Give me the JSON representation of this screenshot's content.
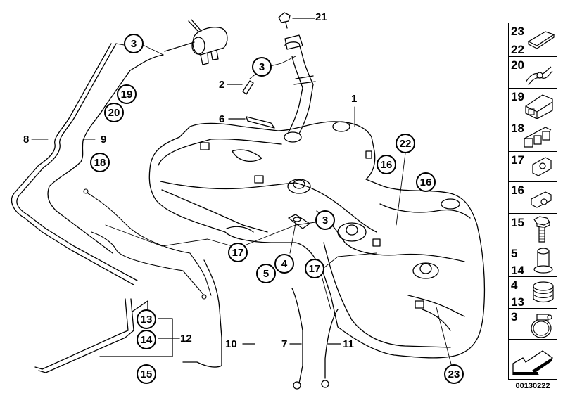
{
  "diagram": {
    "title": "Fuel tank parts diagram",
    "document_id": "00130222",
    "callouts": [
      {
        "id": "c3a",
        "text": "3",
        "circled": true
      },
      {
        "id": "c21",
        "text": "21",
        "circled": false
      },
      {
        "id": "c3b",
        "text": "3",
        "circled": true
      },
      {
        "id": "c2",
        "text": "2",
        "circled": false
      },
      {
        "id": "c19",
        "text": "19",
        "circled": true
      },
      {
        "id": "c20",
        "text": "20",
        "circled": true
      },
      {
        "id": "c1",
        "text": "1",
        "circled": false
      },
      {
        "id": "c6",
        "text": "6",
        "circled": false
      },
      {
        "id": "c8",
        "text": "8",
        "circled": false
      },
      {
        "id": "c9",
        "text": "9",
        "circled": false
      },
      {
        "id": "c22",
        "text": "22",
        "circled": true
      },
      {
        "id": "c18",
        "text": "18",
        "circled": true
      },
      {
        "id": "c16a",
        "text": "16",
        "circled": true
      },
      {
        "id": "c16b",
        "text": "16",
        "circled": true
      },
      {
        "id": "c3c",
        "text": "3",
        "circled": true
      },
      {
        "id": "c17a",
        "text": "17",
        "circled": true
      },
      {
        "id": "c4",
        "text": "4",
        "circled": true
      },
      {
        "id": "c5",
        "text": "5",
        "circled": true
      },
      {
        "id": "c17b",
        "text": "17",
        "circled": true
      },
      {
        "id": "c13",
        "text": "13",
        "circled": true
      },
      {
        "id": "c14",
        "text": "14",
        "circled": true
      },
      {
        "id": "c12",
        "text": "12",
        "circled": false
      },
      {
        "id": "c15",
        "text": "15",
        "circled": true
      },
      {
        "id": "c10",
        "text": "10",
        "circled": false
      },
      {
        "id": "c7",
        "text": "7",
        "circled": false
      },
      {
        "id": "c11",
        "text": "11",
        "circled": false
      },
      {
        "id": "c23",
        "text": "23",
        "circled": true
      }
    ]
  },
  "legend": {
    "items": [
      {
        "numbers": [
          "23",
          "22"
        ],
        "icon": "pad-strip-icon"
      },
      {
        "numbers": [
          "20"
        ],
        "icon": "cable-clip-icon"
      },
      {
        "numbers": [
          "19"
        ],
        "icon": "line-holder-icon"
      },
      {
        "numbers": [
          "18"
        ],
        "icon": "multi-clip-icon"
      },
      {
        "numbers": [
          "17"
        ],
        "icon": "nut-plate-icon"
      },
      {
        "numbers": [
          "16"
        ],
        "icon": "clip-nut-icon"
      },
      {
        "numbers": [
          "15"
        ],
        "icon": "hex-bolt-icon"
      },
      {
        "numbers": [
          "5",
          "14"
        ],
        "icon": "sleeve-icon"
      },
      {
        "numbers": [
          "4",
          "13"
        ],
        "icon": "rubber-grommet-icon"
      },
      {
        "numbers": [
          "3"
        ],
        "icon": "hose-clamp-icon"
      },
      {
        "numbers": [],
        "icon": "front-arrow-icon"
      }
    ]
  }
}
